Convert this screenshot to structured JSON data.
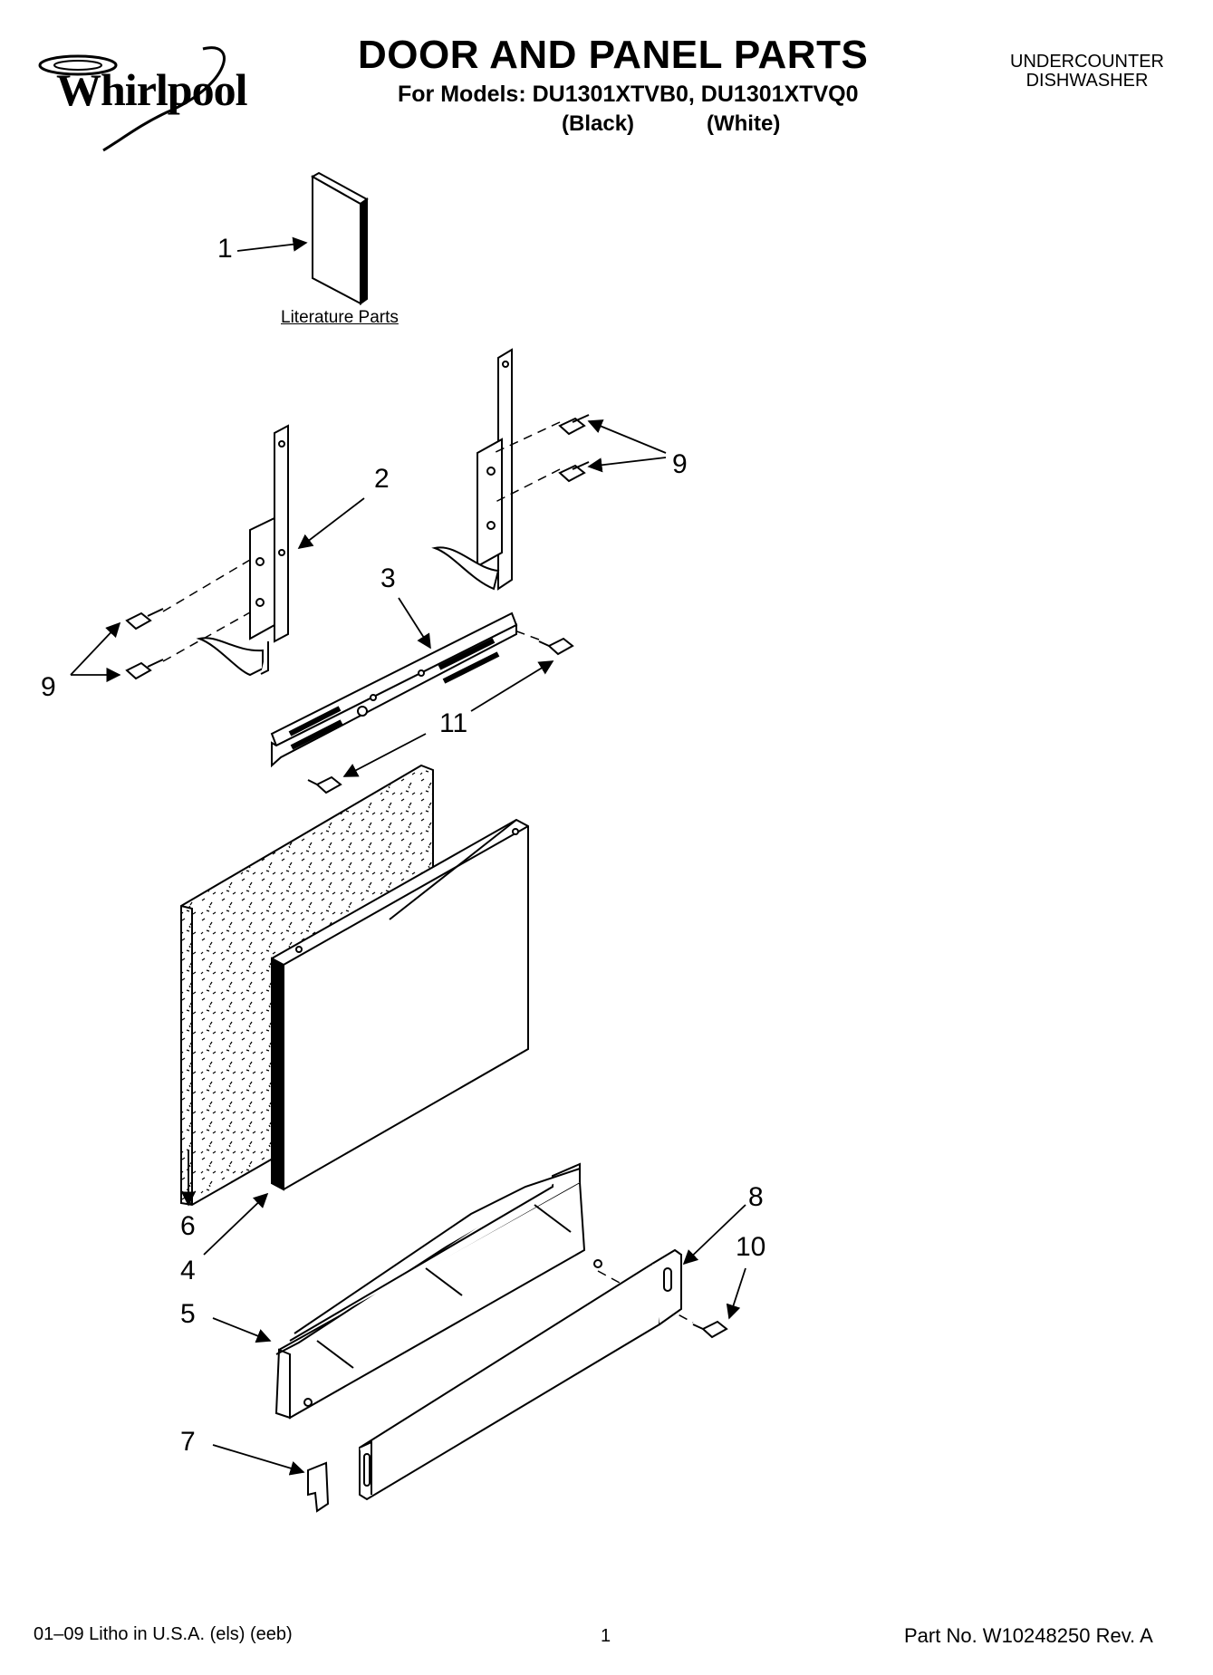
{
  "header": {
    "brand": "Whirlpool",
    "title": "DOOR AND PANEL PARTS",
    "models_line": "For Models: DU1301XTVB0, DU1301XTVQ0",
    "variant_black": "(Black)",
    "variant_white": "(White)",
    "product_type_line1": "UNDERCOUNTER",
    "product_type_line2": "DISHWASHER"
  },
  "diagram": {
    "literature_label": "Literature Parts",
    "callouts": {
      "c1": "1",
      "c2": "2",
      "c3": "3",
      "c4": "4",
      "c5": "5",
      "c6": "6",
      "c7": "7",
      "c8": "8",
      "c9_right": "9",
      "c9_left": "9",
      "c10": "10",
      "c11": "11"
    }
  },
  "footer": {
    "litho": "01–09 Litho in U.S.A. (els) (eeb)",
    "page": "1",
    "part_no": "Part No. W10248250 Rev. A"
  }
}
